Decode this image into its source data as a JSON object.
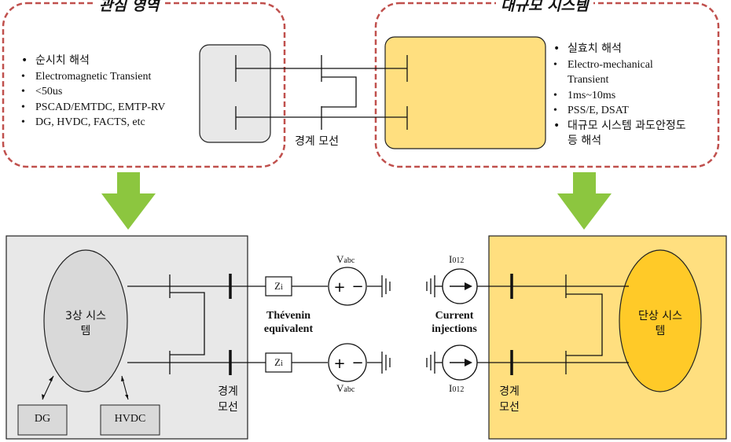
{
  "left_region": {
    "title": "관심 영역",
    "bullets": [
      "순시치 해석",
      "Electromagnetic Transient",
      "<50us",
      "PSCAD/EMTDC, EMTP-RV",
      "DG, HVDC, FACTS, etc"
    ]
  },
  "right_region": {
    "title": "대규모 시스템",
    "bullets": [
      "실효치 해석",
      "Electro-mechanical Transient",
      "1ms~10ms",
      "PSS/E, DSAT",
      "대규모 시스템 과도안정도 등 해석"
    ]
  },
  "boundary_bus_top": "경계 모선",
  "bottom_left": {
    "system_label": "3상 시스템",
    "dg_label": "DG",
    "hvdc_label": "HVDC",
    "boundary_bus": "경계 모선",
    "impedance_label": "Z",
    "impedance_sub": "i",
    "source_label": "V",
    "source_sub": "abc",
    "equivalent_label": "Thévenin equivalent"
  },
  "bottom_right": {
    "system_label": "단상 시스템",
    "boundary_bus": "경계 모선",
    "current_label": "I",
    "current_sub": "012",
    "injection_label": "Current injections"
  },
  "colors": {
    "dashed_border": "#c0504d",
    "gray_fill": "#e8e8e8",
    "yellow_fill": "#ffdf7f",
    "yellow_dark": "#ffca28",
    "arrow_green": "#8cc63f"
  }
}
